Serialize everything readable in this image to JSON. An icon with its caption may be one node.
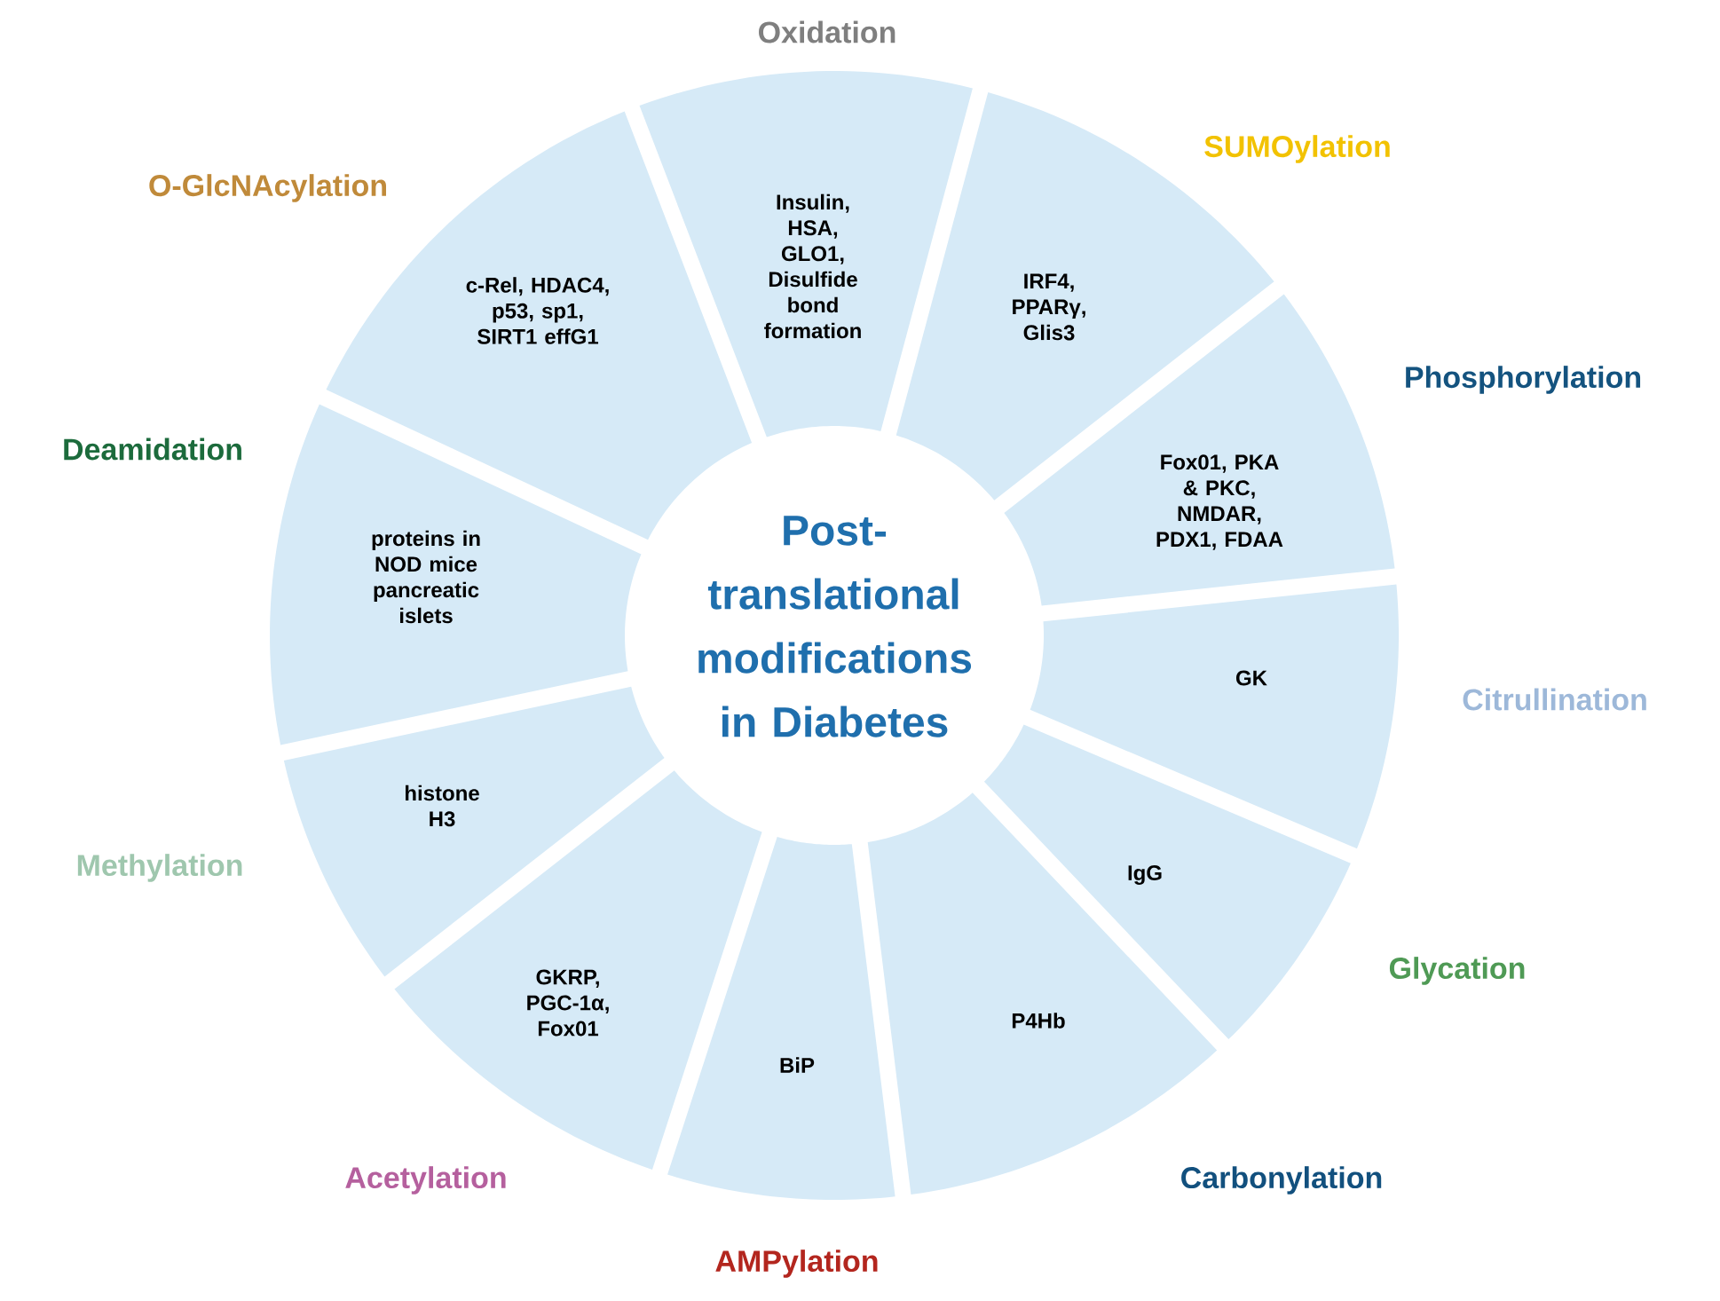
{
  "diagram": {
    "nodes": [
      {
        "text": [
          "Post-translational modifications in Diabetes"
        ]
      },
      {
        "text": [
          "Oxidation",
          "Insulin, HSA, GLO1, Disulfide bond formation"
        ]
      },
      {
        "text": [
          "SUMOylation",
          "IRF4, PPARγ, Glis3"
        ]
      },
      {
        "text": [
          "Phosphorylation",
          "Fox01, PKA & PKC, NMDAR, PDX1, FDAA"
        ]
      },
      {
        "text": [
          "Citrullination",
          "GK"
        ]
      },
      {
        "text": [
          "IgG",
          "Glycation"
        ]
      },
      {
        "text": [
          "P4Hb",
          "Carbonylation"
        ]
      },
      {
        "text": [
          "BiP",
          "AMPylation"
        ]
      },
      {
        "text": [
          "GKRP, PGC-1α, Fox01",
          "Acetylation"
        ]
      },
      {
        "text": [
          "histone H3",
          "Methylation"
        ]
      },
      {
        "text": [
          "Deamidation",
          "proteins in NOD mice pancreatic islets"
        ]
      },
      {
        "text": [
          "O-GlcNAcylation",
          "c-Rel, HDAC4, p53, sp1, SIRT1 effG1"
        ]
      }
    ]
  }
}
